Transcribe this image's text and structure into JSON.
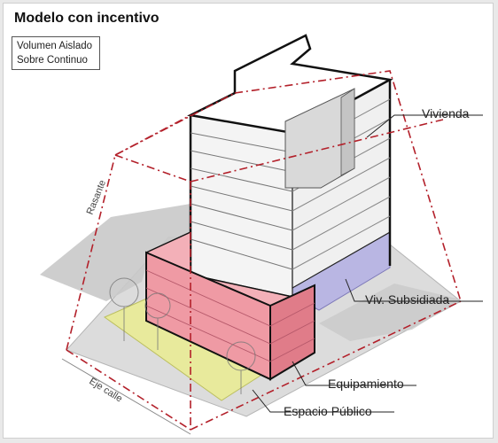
{
  "title": "Modelo con incentivo",
  "legend": {
    "line1": "Volumen Aislado",
    "line2": "Sobre Continuo"
  },
  "labels": {
    "vivienda": "Vivienda",
    "viv_subsidiada": "Viv. Subsidiada",
    "equipamiento": "Equipamiento",
    "espacio_publico": "Espacio Público",
    "rasante": "Rasante",
    "eje_calle": "Eje calle"
  },
  "colors": {
    "tower": "#f4f4f4",
    "tower_shade": "#dcdcdc",
    "subsidized": "#b9b6e3",
    "equipment": "#ef9aa4",
    "equipment_dark": "#e07c89",
    "public_space": "#e8ea9c",
    "ground": "#dcdcdc",
    "shadow": "#c9c9c9",
    "envelope": "#b3202a"
  }
}
